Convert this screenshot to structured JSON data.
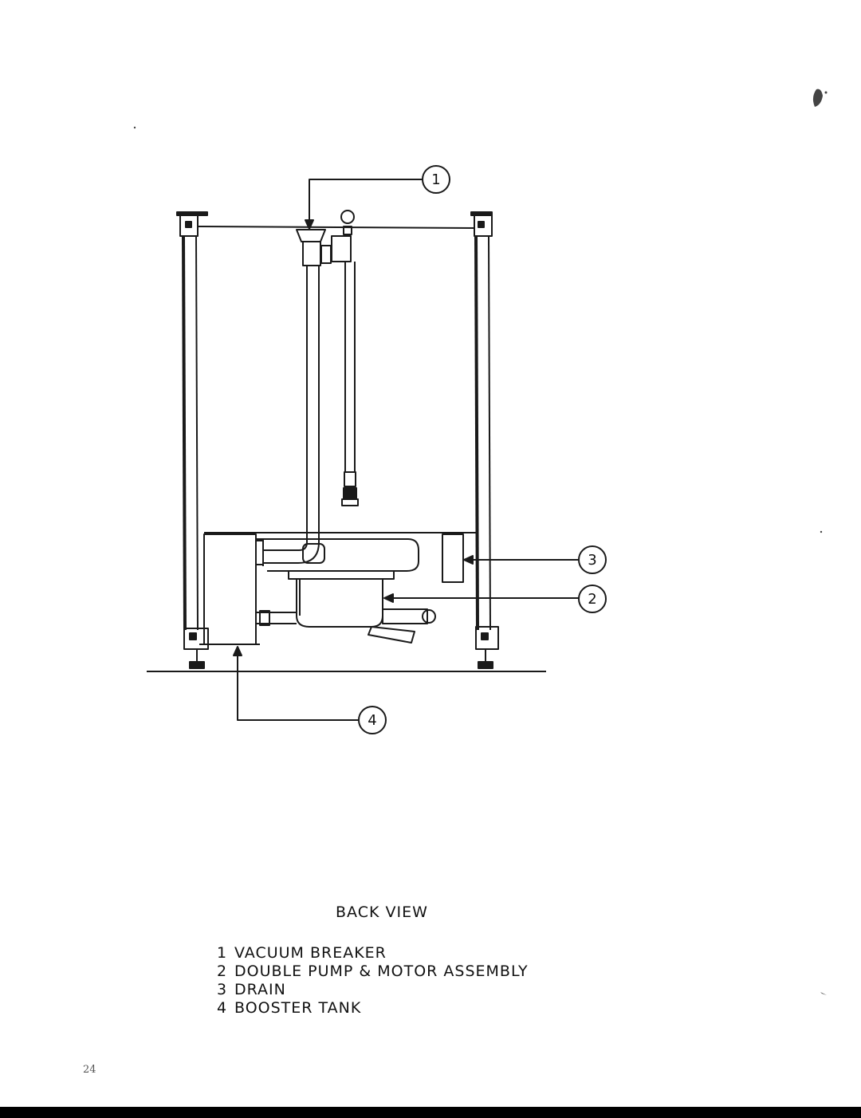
{
  "figure": {
    "caption": "BACK VIEW",
    "callouts": [
      "1",
      "2",
      "3",
      "4"
    ],
    "legend": [
      {
        "number": "1",
        "label": "VACUUM BREAKER"
      },
      {
        "number": "2",
        "label": "DOUBLE PUMP & MOTOR ASSEMBLY"
      },
      {
        "number": "3",
        "label": "DRAIN"
      },
      {
        "number": "4",
        "label": "BOOSTER TANK"
      }
    ]
  },
  "page_number": "24"
}
